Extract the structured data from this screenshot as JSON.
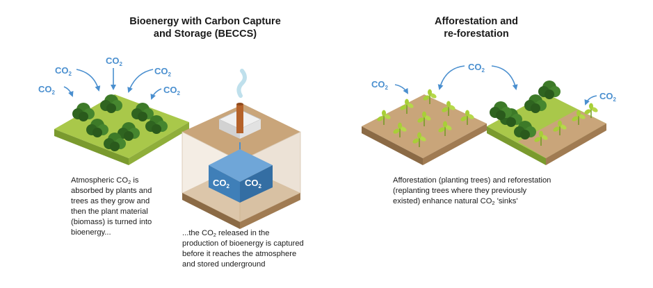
{
  "titles": {
    "beccs_line1": "Bioenergy with Carbon Capture",
    "beccs_line2": "and Storage (BECCS)",
    "afforestation_line1": "Afforestation and",
    "afforestation_line2": "re-forestation"
  },
  "labels": {
    "co2_main": "CO",
    "co2_sub": "2"
  },
  "descriptions": {
    "beccs_step1": {
      "l1a": "Atmospheric CO",
      "l1b": " is",
      "l2": "absorbed by plants and",
      "l3": "trees as they grow and",
      "l4": "then the plant material",
      "l5": "(biomass) is turned into",
      "l6": "bioenergy..."
    },
    "beccs_step2": {
      "l1a": "...the CO",
      "l1b": " released in the",
      "l2": "production of bioenergy is captured",
      "l3": "before it reaches the atmosphere",
      "l4": "and stored underground"
    },
    "afforestation": {
      "l1": "Afforestation (planting trees) and reforestation",
      "l2": "(replanting trees where they previously",
      "l3a": "existed) enhance natural CO",
      "l3b": " 'sinks'"
    }
  },
  "colors": {
    "co2_blue": "#4a8fcf",
    "grass_top": "#a9c84a",
    "soil_top": "#c9a57a",
    "soil_side": "#8b6a45",
    "tree_green": "#3d7a28",
    "sapling_green": "#a8cf38",
    "storage_blue": "#3f7fb8",
    "chimney_brown": "#b5622a"
  }
}
